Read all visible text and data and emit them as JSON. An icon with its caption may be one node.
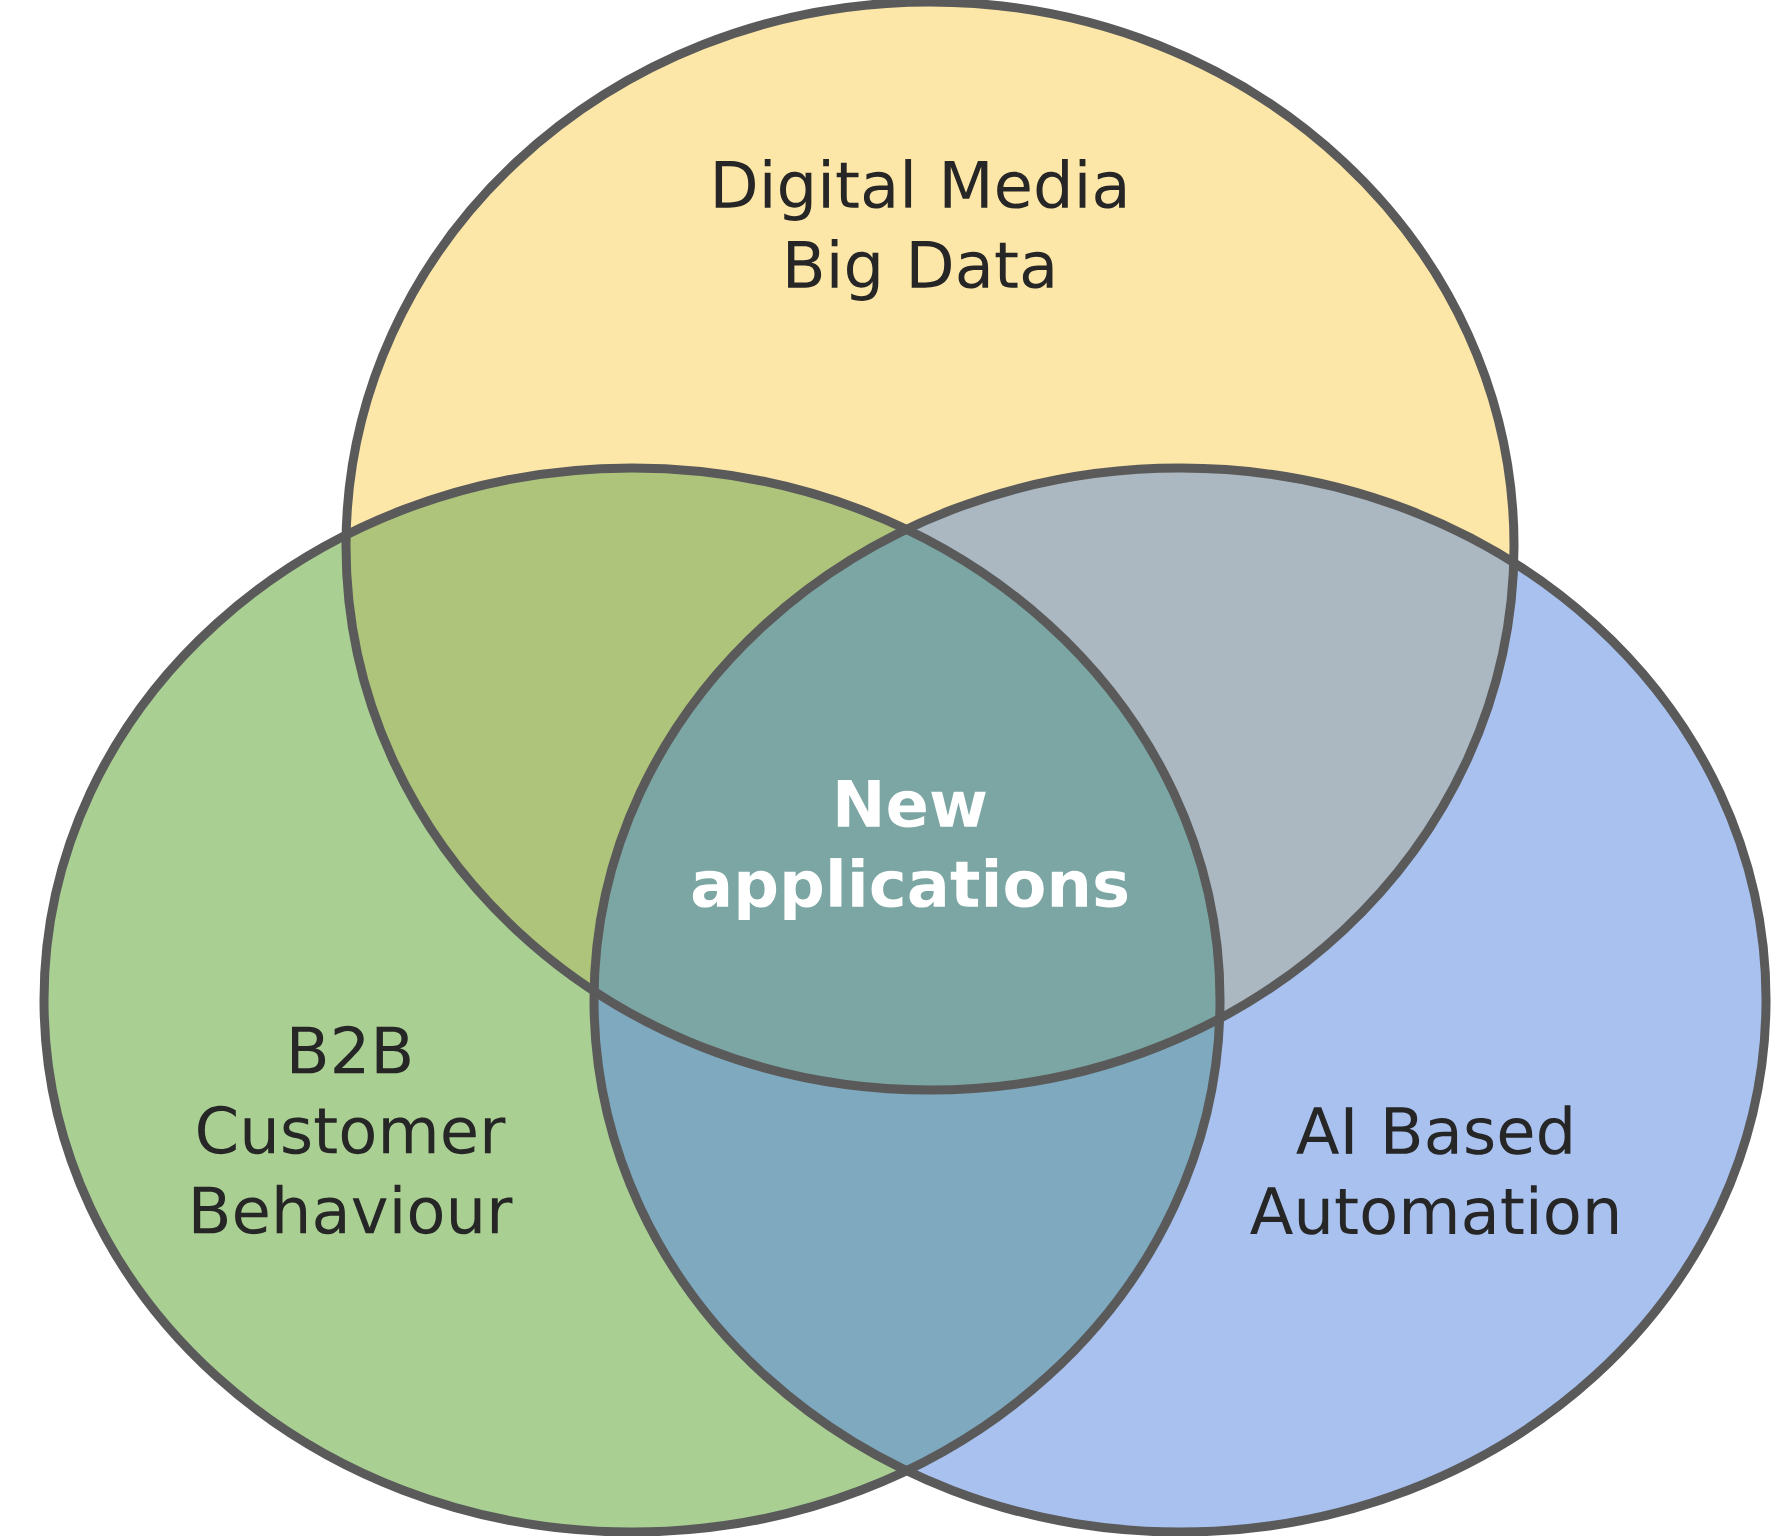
{
  "diagram": {
    "nodes": [
      {
        "text": [
          "Digital Media Big Data"
        ]
      },
      {
        "text": [
          "B2B Customer Behaviour"
        ]
      },
      {
        "text": [
          "AI Based Automation"
        ]
      }
    ],
    "labels": [
      "New applications"
    ]
  }
}
